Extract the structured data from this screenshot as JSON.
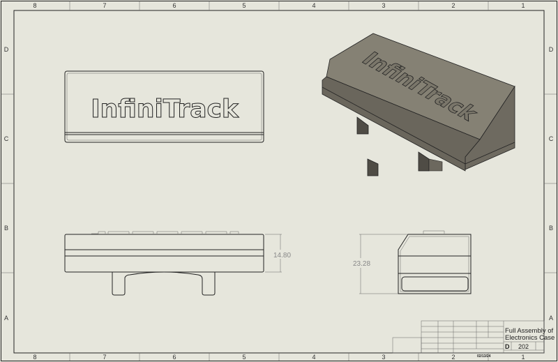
{
  "sheet": {
    "zone_columns": [
      "8",
      "7",
      "6",
      "5",
      "4",
      "3",
      "2",
      "1"
    ],
    "zone_rows": [
      "D",
      "C",
      "B",
      "A"
    ],
    "background_color": "#e6e6dc"
  },
  "views": {
    "top_view_text": "InfiniTrack",
    "iso_view_text": "InfiniTrack",
    "front_dimension": "14.80",
    "side_dimension": "23.28",
    "iso_body_color": "#7d796e"
  },
  "title_block": {
    "title_line1": "Full Assembly of",
    "title_line2": "Electronics Case",
    "size": "D",
    "drawing_number": "202",
    "date": "02/13/24"
  }
}
